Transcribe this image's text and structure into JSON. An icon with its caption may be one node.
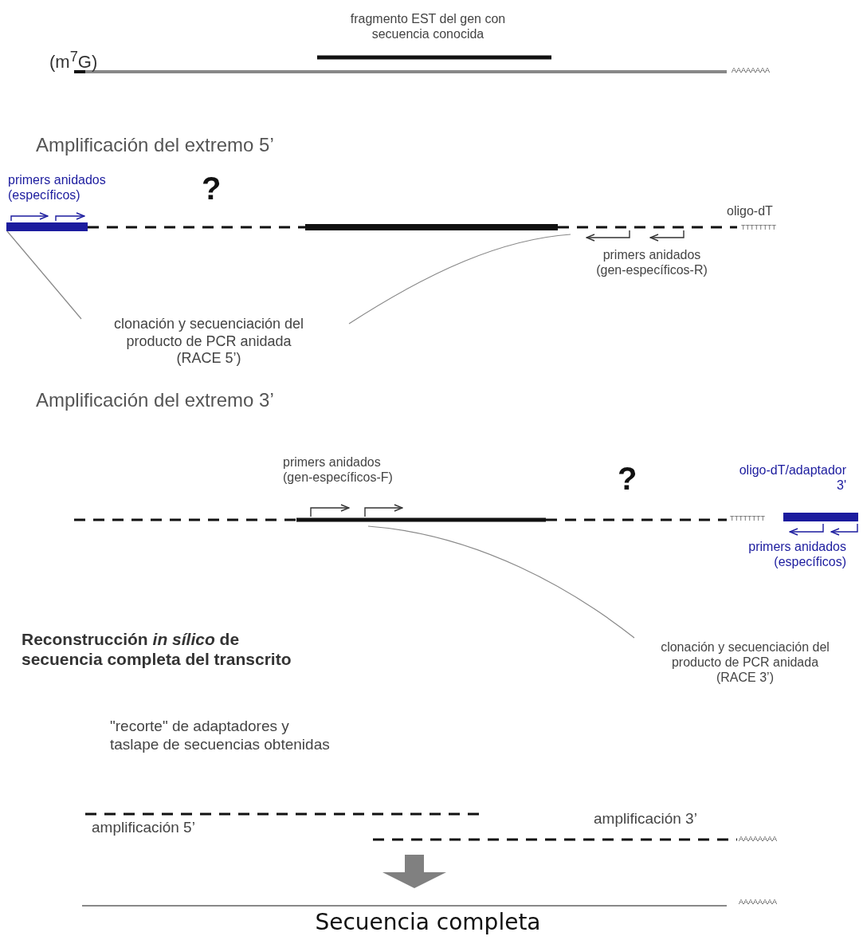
{
  "diagram": {
    "nodes": [
      {
        "text": [
          "clonación y secuenciación del producto de PCR anidada (RACE 5’)"
        ]
      },
      {
        "text": [],
        "shape": "bar"
      },
      {
        "text": [
          "clonación y secuenciación del producto de PCR anidada (RACE 3’)"
        ]
      }
    ],
    "edges": [
      {
        "from": 0,
        "to": 1,
        "arrow": "none"
      },
      {
        "from": 0,
        "to": null,
        "arrow": "none"
      },
      {
        "from": 2,
        "to": null,
        "arrow": "none"
      }
    ],
    "labels": [
      "fragmento EST del gen con secuencia conocida",
      "(m$^{7}$G)",
      "AAAAAAAA",
      "Amplificación del extremo 5’",
      "primers anidados (específicos)",
      "?",
      "oligo-dT",
      "TTTTTTTT",
      "primers anidados (gen-específicos-R)",
      "Amplificación del extremo 3’",
      "primers anidados (gen-específicos-F)",
      "?",
      "oligo-dT/adaptador 3'",
      "TTTTTTTT",
      "primers anidados (específicos)",
      "Reconstrucción *in sílico* de secuencia completa del transcrito",
      "\"recorte\" de adaptadores y taslape de secuencias obtenidas",
      "amplificación 5’",
      "amplificación 3’",
      "AAAAAAAA",
      "AAAAAAAA",
      "Secuencia completa"
    ]
  }
}
